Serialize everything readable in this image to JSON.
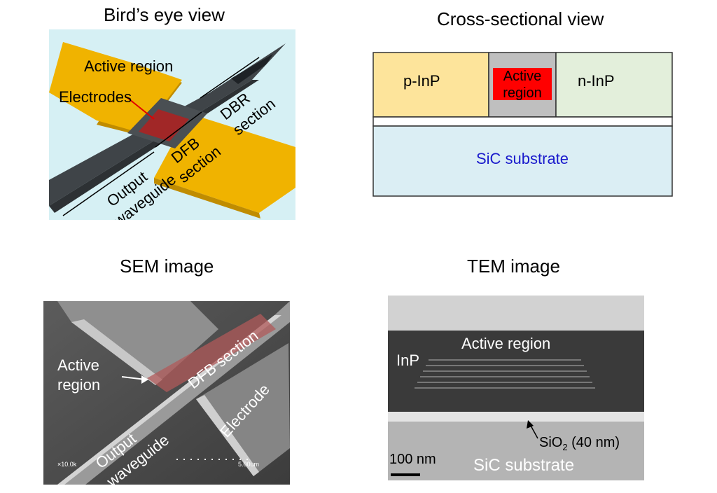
{
  "titles": {
    "birdseye": "Bird’s eye view",
    "cross": "Cross-sectional view",
    "sem": "SEM image",
    "tem": "TEM image"
  },
  "birdseye": {
    "active_region": "Active region",
    "electrodes": "Electrodes",
    "dfb": "DFB",
    "dbr": "DBR",
    "section_1": "section",
    "section_2": "section",
    "output": "Output",
    "waveguide": "waveguide"
  },
  "cross": {
    "p_inp": "p-InP",
    "active_1": "Active",
    "active_2": "region",
    "n_inp": "n-InP",
    "substrate": "SiC substrate"
  },
  "sem": {
    "active_1": "Active",
    "active_2": "region",
    "dfb_section": "DFB section",
    "electrode": "Electrode",
    "output": "Output",
    "waveguide": "waveguide",
    "mag": "×10.0k",
    "scale": "5.00um"
  },
  "tem": {
    "active_region": "Active region",
    "inp": "InP",
    "sio2_prefix": "SiO",
    "sio2_sub": "2",
    "sio2_suffix": " (40 nm)",
    "scale": "100 nm",
    "substrate": "SiC substrate"
  },
  "colors": {
    "birdseye_bg": "#d6f0f4",
    "electrode": "#f0b300",
    "waveguide": "#5a5f63",
    "p_inp": "#fde49b",
    "n_inp": "#e3efdb",
    "active": "#ff0000",
    "substrate": "#dbeef4",
    "substrate_text": "#1a1acc"
  }
}
